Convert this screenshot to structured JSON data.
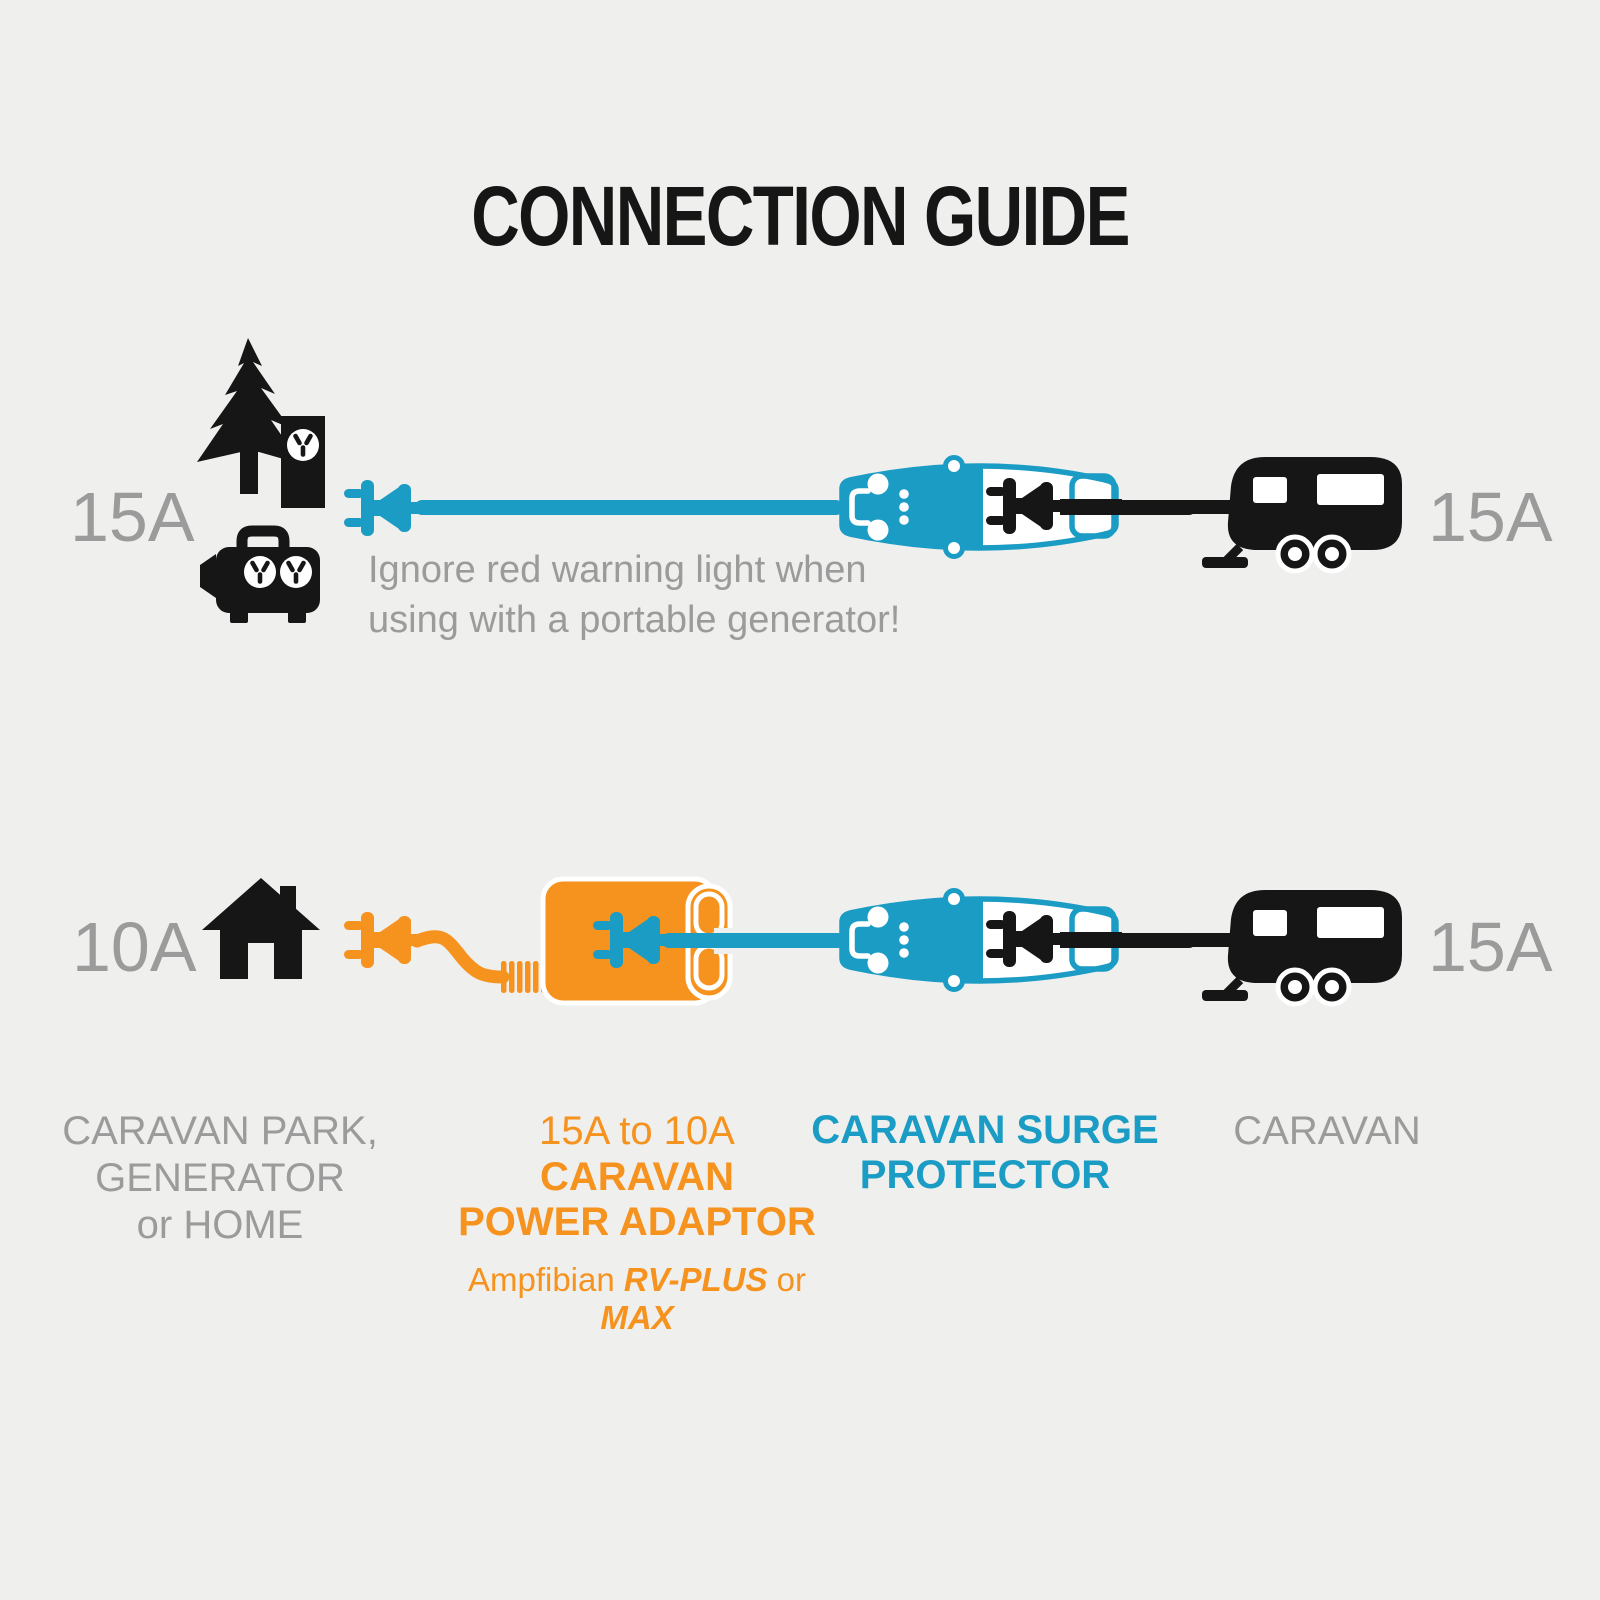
{
  "title": "CONNECTION GUIDE",
  "palette": {
    "background": "#efefed",
    "black": "#161616",
    "gray": "#9b9b9b",
    "blue": "#1b9cc4",
    "orange": "#f6921e",
    "white": "#ffffff"
  },
  "row1": {
    "source_rating": "15A",
    "caravan_rating": "15A",
    "note_line1": "Ignore red warning light when",
    "note_line2": "using with a portable generator!",
    "icons": [
      "pine-tree",
      "power-pedestal",
      "portable-generator",
      "power-plug",
      "power-cable",
      "caravan-surge-protector",
      "caravan"
    ]
  },
  "row2": {
    "source_rating": "10A",
    "caravan_rating": "15A",
    "icons": [
      "house",
      "power-plug",
      "coiled-cable",
      "caravan-power-adaptor",
      "power-cable",
      "caravan-surge-protector",
      "caravan"
    ]
  },
  "legend": {
    "source": {
      "line1": "CARAVAN PARK,",
      "line2": "GENERATOR",
      "line3": "or HOME"
    },
    "adaptor": {
      "line1": "15A to 10A",
      "line2": "CARAVAN",
      "line3": "POWER ADAPTOR",
      "brand_prefix": "Ampfibian ",
      "brand_model1": "RV-PLUS",
      "brand_mid": " or ",
      "brand_model2": "MAX"
    },
    "protector": {
      "line1": "CARAVAN SURGE",
      "line2": "PROTECTOR"
    },
    "caravan": {
      "line1": "CARAVAN"
    }
  }
}
